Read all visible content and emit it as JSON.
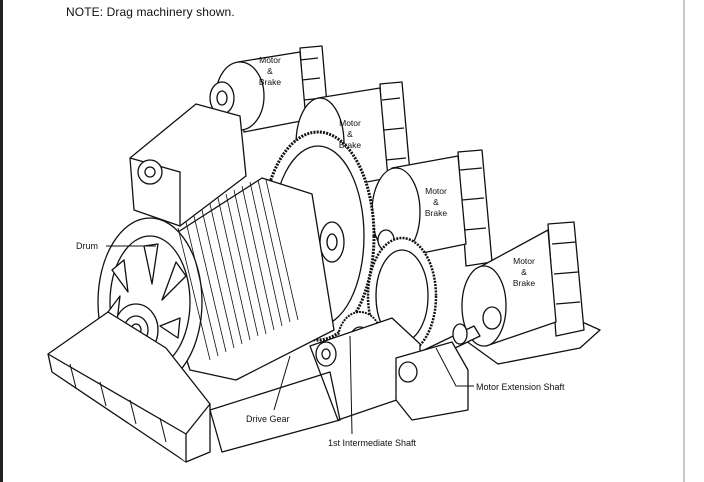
{
  "note": "NOTE:  Drag machinery shown.",
  "labels": {
    "drum": "Drum",
    "drive_gear": "Drive Gear",
    "first_intermediate_shaft": "1st Intermediate Shaft",
    "motor_extension_shaft": "Motor Extension Shaft"
  },
  "motors": [
    {
      "line1": "Motor",
      "line2": "&",
      "line3": "Brake"
    },
    {
      "line1": "Motor",
      "line2": "&",
      "line3": "Brake"
    },
    {
      "line1": "Motor",
      "line2": "&",
      "line3": "Brake"
    },
    {
      "line1": "Motor",
      "line2": "&",
      "line3": "Brake"
    }
  ]
}
